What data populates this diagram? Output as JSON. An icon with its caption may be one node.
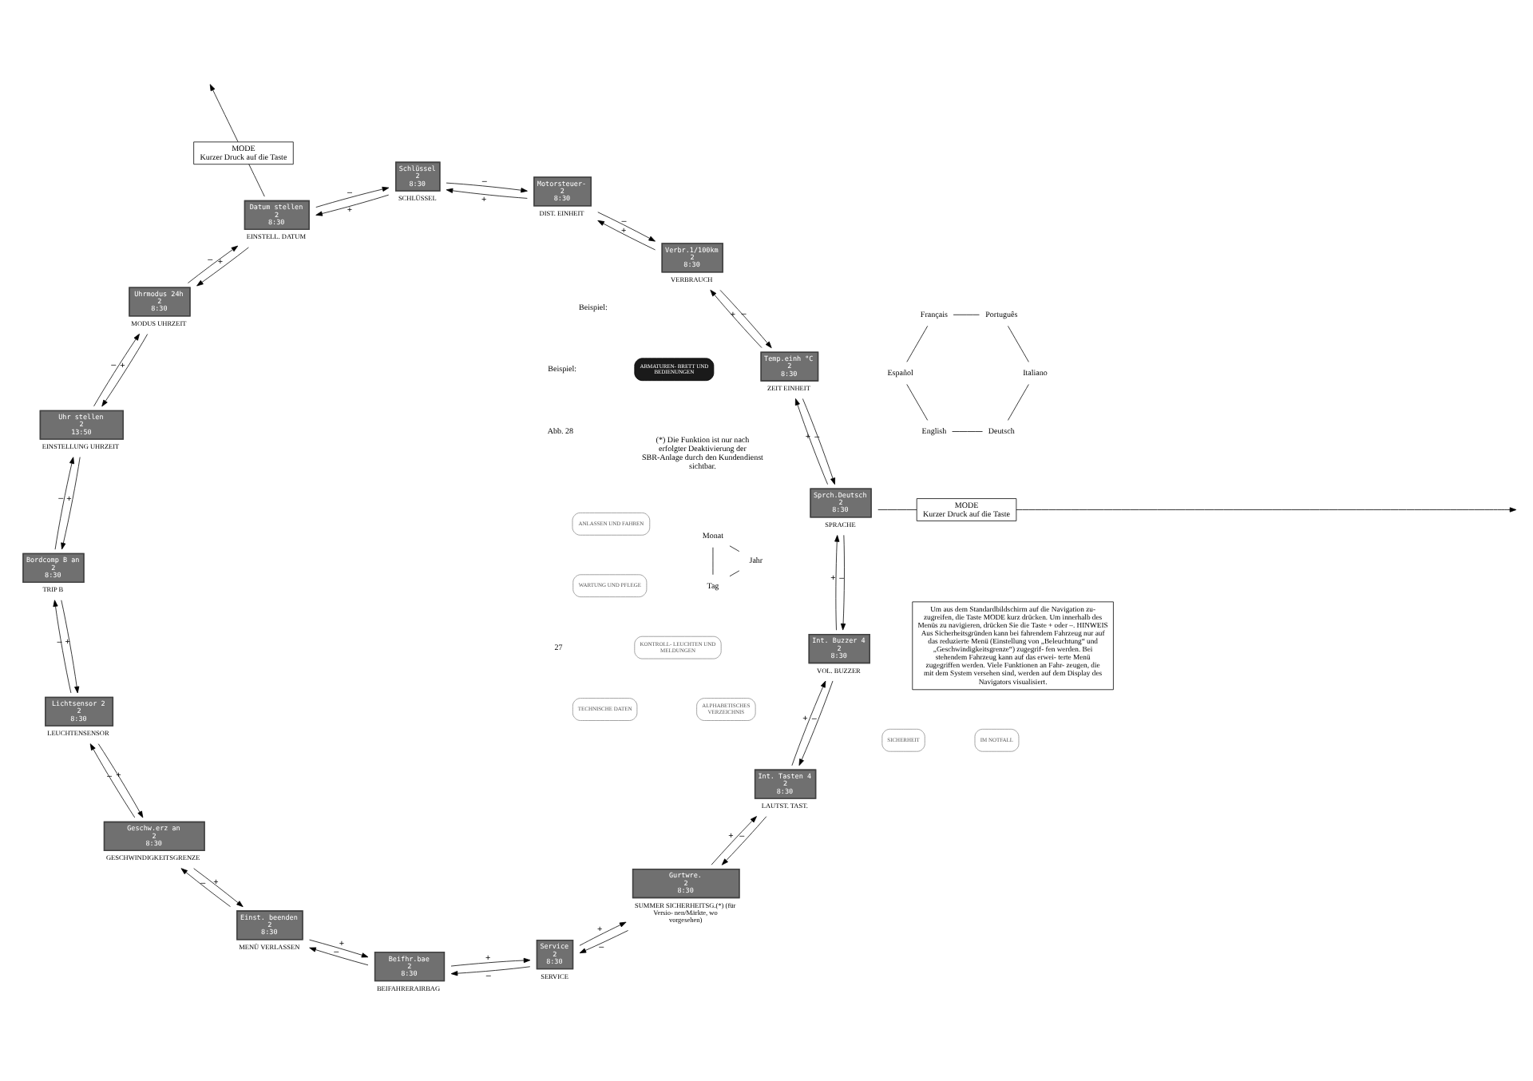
{
  "diagram": {
    "nodes": [
      {
        "text": [
          "Deutsch"
        ]
      },
      {
        "text": [
          "English"
        ]
      },
      {
        "text": [
          "Español"
        ]
      },
      {
        "text": [
          "Français"
        ]
      },
      {
        "text": [
          "Português"
        ]
      },
      {
        "text": [
          "Italiano"
        ]
      },
      {
        "text": [
          "Tag"
        ]
      },
      {
        "text": [
          "Monat"
        ]
      },
      {
        "text": [
          "Jahr"
        ]
      },
      {
        "text": [
          "Um aus dem Standardbildschirm auf die Navigation zu- zugreifen, die Taste MODE kurz drücken. Um innerhalb des Menüs zu navigieren, drücken Sie die Taste + oder –. HINWEIS Aus Sicherheitsgründen kann bei fahrendem Fahrzeug nur auf das reduzierte Menü (Einstellung von „Beleuchtung“ und „Geschwindigkeitsgrenze“) zugegrif- fen werden. Bei stehendem Fahrzeug kann auf das erwei- terte Menü zugegriffen werden. Viele Funktionen an Fahr- zeugen, die mit dem System versehen sind, werden auf dem Display des Navigators visualisiert."
        ]
      },
      {
        "text": [
          "MODE",
          "Kurzer Druck auf die Taste"
        ]
      },
      {
        "text": [
          "MODE",
          "Kurzer Druck auf die Taste"
        ]
      },
      {
        "text": [
          "Lichtsensor 2",
          "2",
          "8:30"
        ],
        "beside": [
          "LEUCHTENSENSOR"
        ]
      },
      {
        "text": [
          "Bordcomp B an",
          "2",
          "8:30"
        ],
        "beside": [
          "TRIP B"
        ]
      },
      {
        "text": [
          "Uhr stellen",
          "2",
          "13:50"
        ],
        "beside": [
          "EINSTELLUNG UHRZEIT"
        ]
      },
      {
        "text": [
          "Uhrmodus 24h",
          "2",
          "8:30"
        ],
        "beside": [
          "MODUS UHRZEIT"
        ]
      },
      {
        "text": [
          "Datum stellen",
          "2",
          "8:30"
        ],
        "beside": [
          "EINSTELL. DATUM"
        ]
      },
      {
        "text": [
          "Schlüssel",
          "2",
          "8:30"
        ],
        "beside": [
          "SCHLÜSSEL"
        ]
      },
      {
        "text": [
          "Motorsteuer-",
          "2",
          "8:30"
        ],
        "beside": [
          "DIST. EINHEIT"
        ]
      },
      {
        "text": [
          "Verbr.1/100km",
          "2",
          "8:30"
        ],
        "beside": [
          "VERBRAUCH"
        ]
      },
      {
        "text": [
          "Temp.einh °C",
          "2",
          "8:30"
        ],
        "beside": [
          "ZEIT EINHEIT"
        ]
      },
      {
        "text": [
          "Sprch.Deutsch",
          "2",
          "8:30"
        ],
        "beside": [
          "SPRACHE"
        ]
      },
      {
        "text": [
          "Int. Buzzer 4",
          "2",
          "8:30"
        ],
        "beside": [
          "VOL. BUZZER"
        ]
      },
      {
        "text": [
          "Int. Tasten 4",
          "2",
          "8:30"
        ],
        "beside": [
          "LAUTST. TAST."
        ]
      },
      {
        "text": [
          "Gurtwre.",
          "2",
          "8:30"
        ],
        "beside": [
          "SUMMER SICHERHEITSG.(*) (für Versio- nen/Märkte, wo vorgesehen)"
        ]
      },
      {
        "text": [
          "Service",
          "2",
          "8:30"
        ],
        "beside": [
          "SERVICE"
        ]
      },
      {
        "text": [
          "Beifhr.bae",
          "2",
          "8:30"
        ],
        "beside": [
          "BEIFAHRERAIRBAG"
        ]
      },
      {
        "text": [
          "Einst. beenden",
          "2",
          "8:30"
        ],
        "beside": [
          "MENÜ VERLASSEN"
        ]
      },
      {
        "text": [
          "Geschw.erz an",
          "2",
          "8:30"
        ],
        "beside": [
          "GESCHWINDIGKEITSGRENZE"
        ]
      },
      {
        "text": [
          "ARMATUREN- BRETT UND BEDIENUNGEN"
        ]
      },
      {
        "text": [
          "SICHERHEIT"
        ]
      },
      {
        "text": [
          "ANLASSEN UND FAHREN"
        ]
      },
      {
        "text": [
          "KONTROLL- LEUCHTEN UND MELDUNGEN"
        ]
      },
      {
        "text": [
          "IM NOTFALL"
        ]
      },
      {
        "text": [
          "WARTUNG UND PFLEGE"
        ]
      },
      {
        "text": [
          "TECHNISCHE DATEN"
        ]
      },
      {
        "text": [
          "ALPHABETISCHES VERZEICHNIS"
        ]
      }
    ],
    "edges": [
      {
        "from": 0,
        "to": 1,
        "arrow": "none"
      },
      {
        "from": 1,
        "to": 2,
        "arrow": "none"
      },
      {
        "from": 2,
        "to": 3,
        "arrow": "none"
      },
      {
        "from": 3,
        "to": 4,
        "arrow": "none"
      },
      {
        "from": 4,
        "to": 5,
        "arrow": "none"
      },
      {
        "from": 5,
        "to": 0,
        "arrow": "none"
      },
      {
        "from": 6,
        "to": 7,
        "arrow": "none"
      },
      {
        "from": 7,
        "to": 8,
        "arrow": "none"
      },
      {
        "from": 8,
        "to": 6,
        "arrow": "none"
      },
      {
        "from": 12,
        "to": 13,
        "arrow": "to",
        "label": "–"
      },
      {
        "from": 13,
        "to": 12,
        "arrow": "to",
        "label": "+"
      },
      {
        "from": 13,
        "to": 14,
        "arrow": "to",
        "label": "–"
      },
      {
        "from": 14,
        "to": 13,
        "arrow": "to",
        "label": "+"
      },
      {
        "from": 14,
        "to": 15,
        "arrow": "to",
        "label": "–"
      },
      {
        "from": 15,
        "to": 14,
        "arrow": "to",
        "label": "+"
      },
      {
        "from": 15,
        "to": 16,
        "arrow": "to",
        "label": "–"
      },
      {
        "from": 16,
        "to": 15,
        "arrow": "to",
        "label": "+"
      },
      {
        "from": 16,
        "to": 17,
        "arrow": "to",
        "label": "–"
      },
      {
        "from": 17,
        "to": 16,
        "arrow": "to",
        "label": "+"
      },
      {
        "from": 17,
        "to": 18,
        "arrow": "to",
        "label": "–"
      },
      {
        "from": 18,
        "to": 17,
        "arrow": "to",
        "label": "+"
      },
      {
        "from": 18,
        "to": 19,
        "arrow": "to",
        "label": "–"
      },
      {
        "from": 19,
        "to": 18,
        "arrow": "to",
        "label": "+"
      },
      {
        "from": 19,
        "to": 20,
        "arrow": "to",
        "label": "–"
      },
      {
        "from": 20,
        "to": 19,
        "arrow": "to",
        "label": "+"
      },
      {
        "from": 20,
        "to": 21,
        "arrow": "to",
        "label": "–"
      },
      {
        "from": 21,
        "to": 20,
        "arrow": "to",
        "label": "+"
      },
      {
        "from": 21,
        "to": 22,
        "arrow": "to",
        "label": "–"
      },
      {
        "from": 22,
        "to": 21,
        "arrow": "to",
        "label": "+"
      },
      {
        "from": 22,
        "to": 23,
        "arrow": "to",
        "label": "–"
      },
      {
        "from": 23,
        "to": 22,
        "arrow": "to",
        "label": "+"
      },
      {
        "from": 23,
        "to": 24,
        "arrow": "to",
        "label": "–"
      },
      {
        "from": 24,
        "to": 23,
        "arrow": "to",
        "label": "+"
      },
      {
        "from": 24,
        "to": 25,
        "arrow": "to",
        "label": "–"
      },
      {
        "from": 25,
        "to": 24,
        "arrow": "to",
        "label": "+"
      },
      {
        "from": 25,
        "to": 26,
        "arrow": "to",
        "label": "–"
      },
      {
        "from": 26,
        "to": 25,
        "arrow": "to",
        "label": "+"
      },
      {
        "from": 26,
        "to": 27,
        "arrow": "to",
        "label": "–"
      },
      {
        "from": 27,
        "to": 26,
        "arrow": "to",
        "label": "+"
      },
      {
        "from": 27,
        "to": 28,
        "arrow": "to",
        "label": "–"
      },
      {
        "from": 28,
        "to": 27,
        "arrow": "to",
        "label": "+"
      },
      {
        "from": 28,
        "to": 12,
        "arrow": "to",
        "label": "–"
      },
      {
        "from": 12,
        "to": 28,
        "arrow": "to",
        "label": "+"
      },
      {
        "from": 21,
        "to": 10,
        "arrow": "none"
      },
      {
        "from": 10,
        "to": null,
        "arrow": "to"
      },
      {
        "from": 16,
        "to": 11,
        "arrow": "none"
      },
      {
        "from": 11,
        "to": null,
        "arrow": "to"
      }
    ],
    "labels": [
      "Beispiel:",
      "Beispiel:",
      "(*) Die Funktion ist nur nach erfolgter Deaktivierung der SBR-Anlage durch den Kundendienst sichtbar.",
      "Abb. 28",
      "27"
    ]
  }
}
